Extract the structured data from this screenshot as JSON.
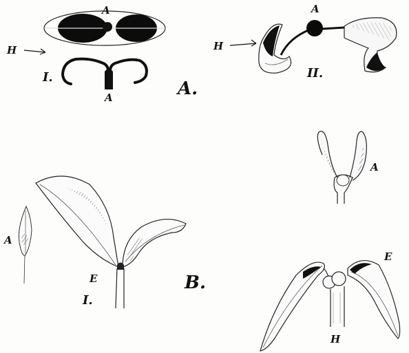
{
  "figure": {
    "panels": [
      {
        "id": "A",
        "label": "A.",
        "sub_labels": [
          "I.",
          "II."
        ]
      },
      {
        "id": "B",
        "label": "B.",
        "sub_labels": [
          "I."
        ]
      }
    ],
    "letters": {
      "anther": "A",
      "hinge": "H",
      "embryo": "E"
    },
    "arrow_glyph": "→"
  }
}
